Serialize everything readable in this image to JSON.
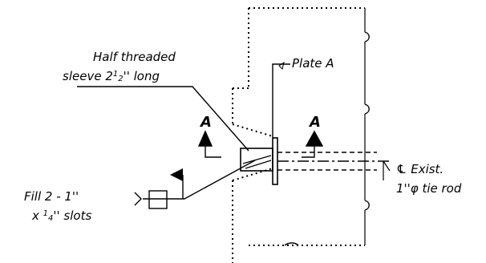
{
  "labels": {
    "half_threaded_line1": "Half threaded",
    "half_threaded_line2_pre": "sleeve 2",
    "half_threaded_sup": "1",
    "half_threaded_sub": "2",
    "half_threaded_post": "'' long",
    "plate_a": "Plate A",
    "section_a_left": "A",
    "section_a_right": "A",
    "centerline": "℄ Exist.",
    "tie_rod": "1''φ tie rod",
    "fill_line1": "Fill 2 - 1''",
    "fill_line2_pre": "x ",
    "fill_sup": "1",
    "fill_sub": "4",
    "fill_post": "'' slots"
  },
  "colors": {
    "ink": "#000000",
    "background": "#ffffff"
  }
}
